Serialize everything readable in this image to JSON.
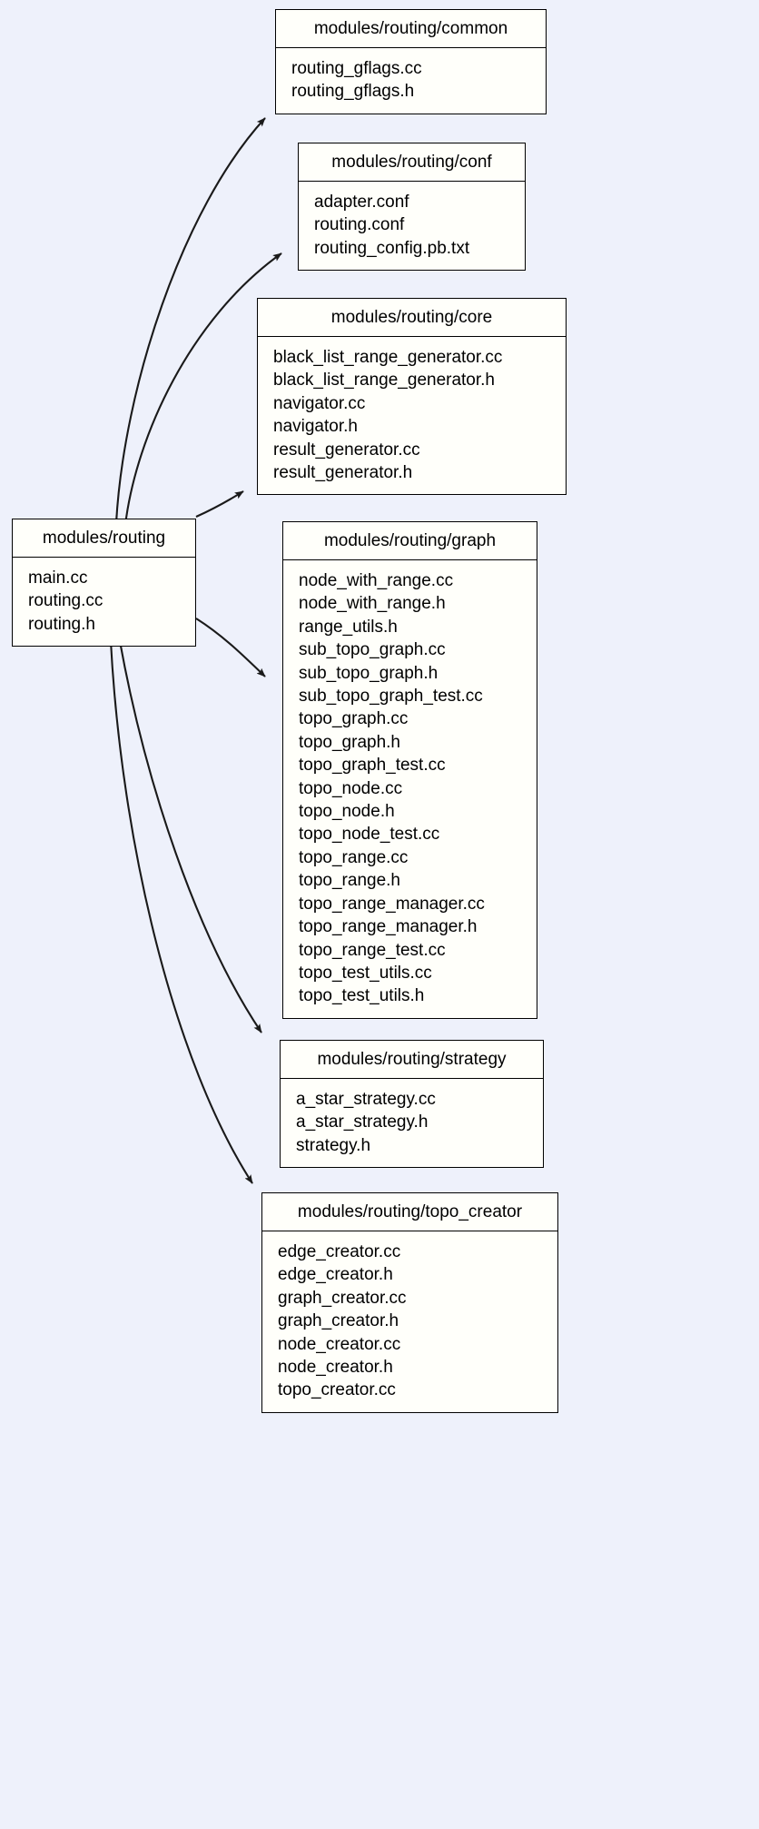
{
  "diagram": {
    "kind": "directory-dependency-graph",
    "background_color": "#eef1fb",
    "node_fill_color": "#fffffa",
    "node_border_color": "#000000",
    "edge_color": "#1a1a1a",
    "text_color": "#000000"
  },
  "nodes": [
    {
      "id": "routing",
      "title": "modules/routing",
      "files": [
        "main.cc",
        "routing.cc",
        "routing.h"
      ]
    },
    {
      "id": "common",
      "title": "modules/routing/common",
      "files": [
        "routing_gflags.cc",
        "routing_gflags.h"
      ]
    },
    {
      "id": "conf",
      "title": "modules/routing/conf",
      "files": [
        "adapter.conf",
        "routing.conf",
        "routing_config.pb.txt"
      ]
    },
    {
      "id": "core",
      "title": "modules/routing/core",
      "files": [
        "black_list_range_generator.cc",
        "black_list_range_generator.h",
        "navigator.cc",
        "navigator.h",
        "result_generator.cc",
        "result_generator.h"
      ]
    },
    {
      "id": "graph",
      "title": "modules/routing/graph",
      "files": [
        "node_with_range.cc",
        "node_with_range.h",
        "range_utils.h",
        "sub_topo_graph.cc",
        "sub_topo_graph.h",
        "sub_topo_graph_test.cc",
        "topo_graph.cc",
        "topo_graph.h",
        "topo_graph_test.cc",
        "topo_node.cc",
        "topo_node.h",
        "topo_node_test.cc",
        "topo_range.cc",
        "topo_range.h",
        "topo_range_manager.cc",
        "topo_range_manager.h",
        "topo_range_test.cc",
        "topo_test_utils.cc",
        "topo_test_utils.h"
      ]
    },
    {
      "id": "strategy",
      "title": "modules/routing/strategy",
      "files": [
        "a_star_strategy.cc",
        "a_star_strategy.h",
        "strategy.h"
      ]
    },
    {
      "id": "topo_creator",
      "title": "modules/routing/topo_creator",
      "files": [
        "edge_creator.cc",
        "edge_creator.h",
        "graph_creator.cc",
        "graph_creator.h",
        "node_creator.cc",
        "node_creator.h",
        "topo_creator.cc"
      ]
    }
  ],
  "edges": [
    {
      "from": "routing",
      "to": "common"
    },
    {
      "from": "routing",
      "to": "conf"
    },
    {
      "from": "routing",
      "to": "core"
    },
    {
      "from": "routing",
      "to": "graph"
    },
    {
      "from": "routing",
      "to": "strategy"
    },
    {
      "from": "routing",
      "to": "topo_creator"
    }
  ]
}
